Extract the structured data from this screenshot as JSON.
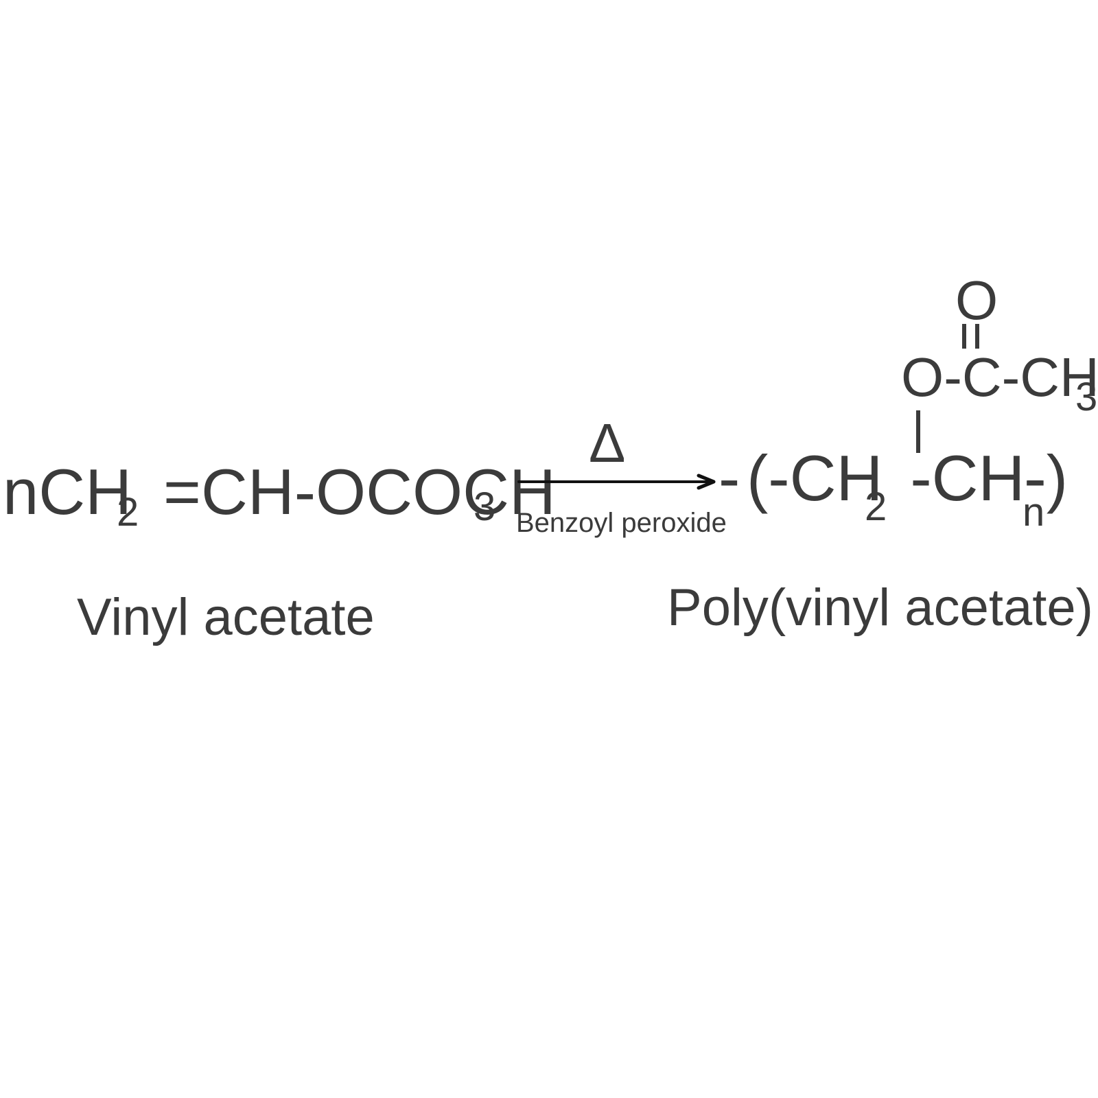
{
  "reaction": {
    "reactant": {
      "prefix": "nCH",
      "sub_2": "2",
      "middle": "=CH-OCOCH",
      "sub_3": "3",
      "name": "Vinyl acetate"
    },
    "conditions": {
      "above_arrow": "Δ",
      "below_arrow": "Benzoyl peroxide"
    },
    "product": {
      "lead": "-",
      "main": "(-CH",
      "sub_2": "2",
      "main_2": "-CH-)",
      "sub_n": "n",
      "trail": "-",
      "side_chain": "O-C-CH",
      "side_sub_3": "3",
      "carbonyl_o": "O",
      "name": "Poly(vinyl acetate)"
    }
  }
}
